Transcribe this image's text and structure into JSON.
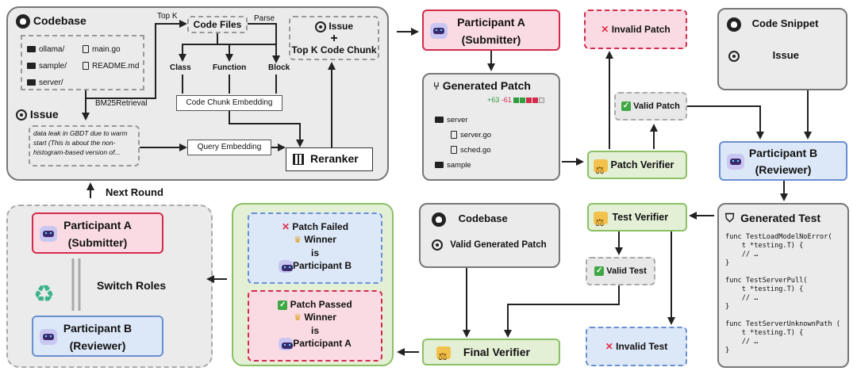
{
  "retrieval": {
    "codebase_title": "Codebase",
    "dirs": [
      "ollama/",
      "sample/",
      "server/"
    ],
    "files": [
      "main.go",
      "README.md"
    ],
    "issue_title": "Issue",
    "issue_text": "data leak in GBDT due to warm start (This is about the non-histogram-based version of...",
    "bm25": "BM25Retrieval",
    "topk": "Top K",
    "code_files": "Code Files",
    "parse": "Parse",
    "class": "Class",
    "function": "Function",
    "block": "Block",
    "chunk_embedding": "Code Chunk Embedding",
    "query_embedding": "Query Embedding",
    "reranker": "Reranker",
    "issue_plus_title": "Issue",
    "plus": "+",
    "topk_chunk": "Top K Code Chunk"
  },
  "next_round": "Next Round",
  "participant_a": {
    "name": "Participant A",
    "role": "(Submitter)"
  },
  "participant_b": {
    "name": "Participant B",
    "role": "(Reviewer)"
  },
  "switch_roles": "Switch Roles",
  "generated_patch": {
    "title": "Generated Patch",
    "plus": "+63",
    "minus": "-61",
    "tree": [
      "server",
      "server.go",
      "sched.go",
      "sample"
    ]
  },
  "invalid_patch": "Invalid Patch",
  "valid_patch": "Valid Patch",
  "patch_verifier": "Patch Verifier",
  "code_snippet_box": {
    "title": "Code Snippet",
    "issue": "Issue"
  },
  "generated_test": {
    "title": "Generated Test",
    "code": "func TestLoadModelNoError(\n    t *testing.T) {\n    // …\n}\n\nfunc TestServerPull(\n    t *testing.T) {\n    // …\n}\n\nfunc TestServerUnknownPath (\n    t *testing.T) {\n    // …\n}"
  },
  "test_verifier": "Test Verifier",
  "valid_test": "Valid Test",
  "invalid_test": "Invalid Test",
  "codebase_box": {
    "title": "Codebase",
    "patch": "Valid Generated Patch"
  },
  "final_verifier": "Final Verifier",
  "outcome": {
    "failed": "Patch Failed",
    "passed": "Patch Passed",
    "winner": "Winner",
    "is": "is",
    "winner_b": "Participant B",
    "winner_a": "Participant A"
  },
  "colors": {
    "pink_border": "#d32b4b",
    "blue_border": "#6a8fd0",
    "green_border": "#8cc066"
  }
}
